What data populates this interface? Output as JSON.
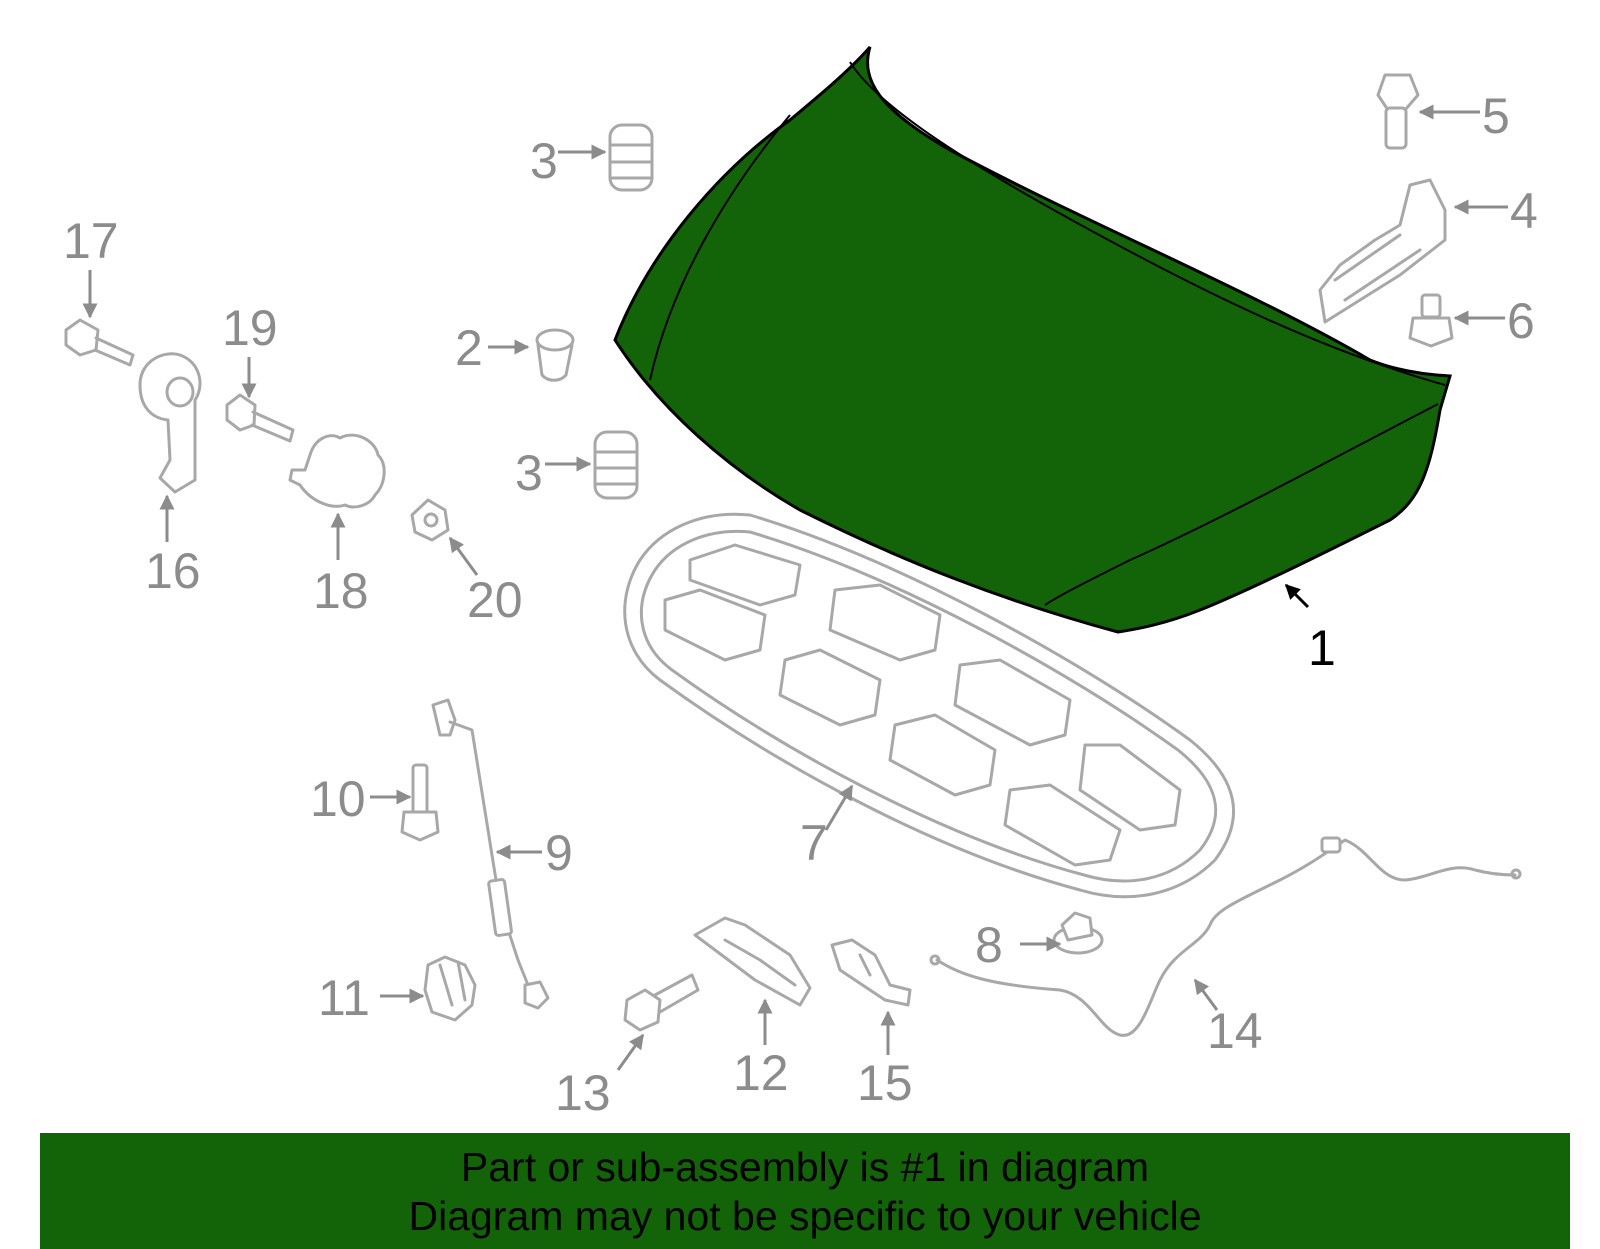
{
  "diagram": {
    "highlight_color": "#136409",
    "part_color": "#a8a8a8",
    "callouts": {
      "c1": "1",
      "c2": "2",
      "c3a": "3",
      "c3b": "3",
      "c4": "4",
      "c5": "5",
      "c6": "6",
      "c7": "7",
      "c8": "8",
      "c9": "9",
      "c10": "10",
      "c11": "11",
      "c12": "12",
      "c13": "13",
      "c14": "14",
      "c15": "15",
      "c16": "16",
      "c17": "17",
      "c18": "18",
      "c19": "19",
      "c20": "20"
    }
  },
  "footer": {
    "line1": "Part or sub-assembly is #1 in diagram",
    "line2": "Diagram may not be specific to your vehicle"
  }
}
